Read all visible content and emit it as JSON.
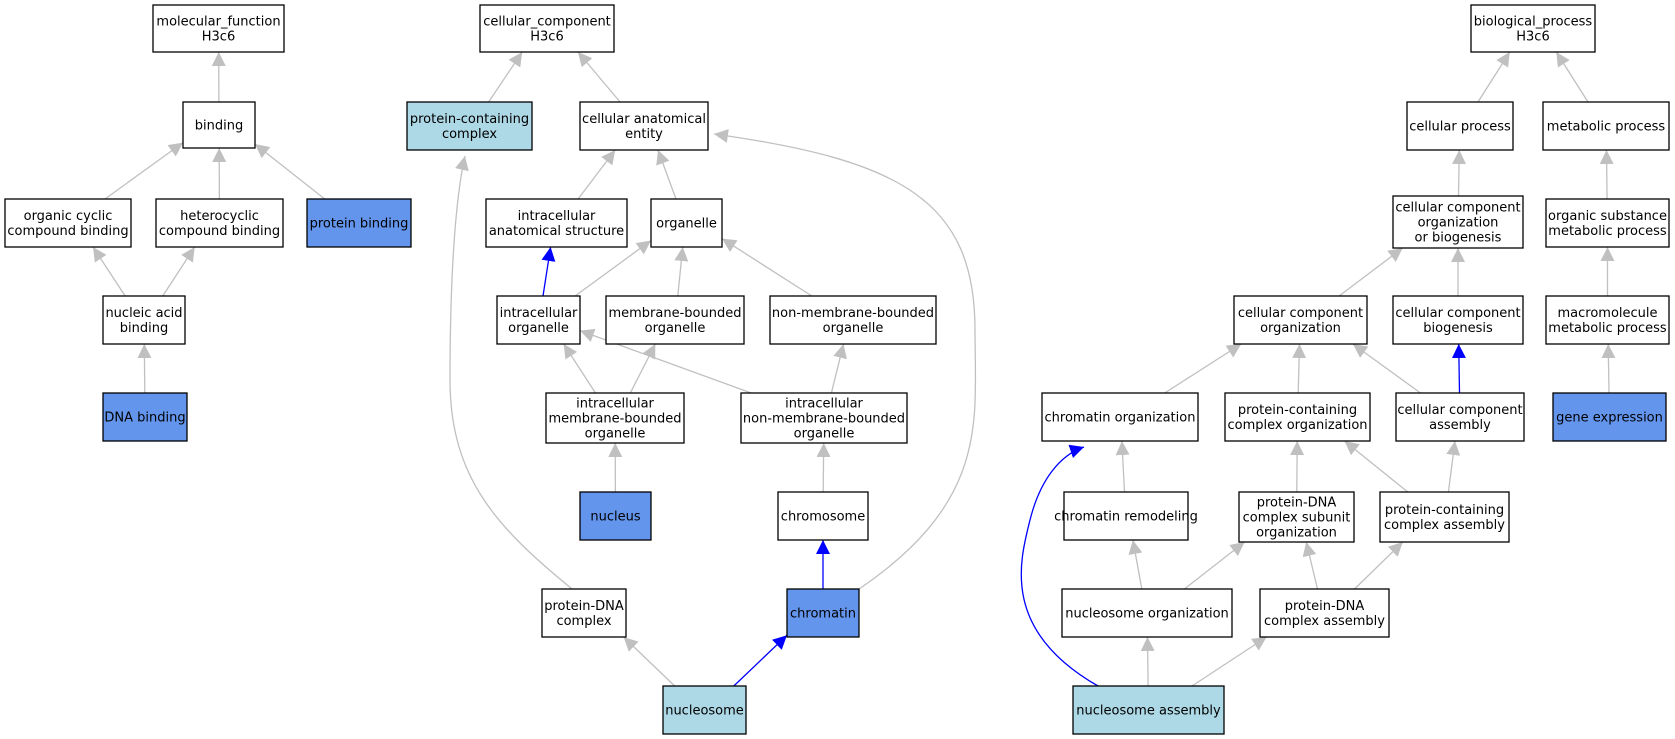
{
  "colors": {
    "plain": "#ffffff",
    "highlight_dark": "#6495ed",
    "highlight_light": "#add8e6",
    "edge_gray": "#c0c0c0",
    "edge_blue": "#0000ff"
  },
  "nodes": {
    "mf_root": {
      "lines": [
        "molecular_function",
        "H3c6"
      ],
      "fill": "plain"
    },
    "binding": {
      "lines": [
        "binding"
      ],
      "fill": "plain"
    },
    "organic_cyclic": {
      "lines": [
        "organic cyclic",
        "compound binding"
      ],
      "fill": "plain"
    },
    "heterocyclic": {
      "lines": [
        "heterocyclic",
        "compound binding"
      ],
      "fill": "plain"
    },
    "protein_binding": {
      "lines": [
        "protein binding"
      ],
      "fill": "highlight_dark"
    },
    "nucleic_acid_binding": {
      "lines": [
        "nucleic acid",
        "binding"
      ],
      "fill": "plain"
    },
    "dna_binding": {
      "lines": [
        "DNA binding"
      ],
      "fill": "highlight_dark"
    },
    "cc_root": {
      "lines": [
        "cellular_component",
        "H3c6"
      ],
      "fill": "plain"
    },
    "protein_containing_complex": {
      "lines": [
        "protein-containing",
        "complex"
      ],
      "fill": "highlight_light"
    },
    "cellular_anatomical_entity": {
      "lines": [
        "cellular anatomical",
        "entity"
      ],
      "fill": "plain"
    },
    "intracellular_anatomical_structure": {
      "lines": [
        "intracellular",
        "anatomical structure"
      ],
      "fill": "plain"
    },
    "organelle": {
      "lines": [
        "organelle"
      ],
      "fill": "plain"
    },
    "intracellular_organelle": {
      "lines": [
        "intracellular",
        "organelle"
      ],
      "fill": "plain"
    },
    "membrane_bounded_organelle": {
      "lines": [
        "membrane-bounded",
        "organelle"
      ],
      "fill": "plain"
    },
    "non_membrane_bounded_organelle": {
      "lines": [
        "non-membrane-bounded",
        "organelle"
      ],
      "fill": "plain"
    },
    "intracellular_membrane_bounded_organelle": {
      "lines": [
        "intracellular",
        "membrane-bounded",
        "organelle"
      ],
      "fill": "plain"
    },
    "intracellular_non_membrane_bounded_organelle": {
      "lines": [
        "intracellular",
        "non-membrane-bounded",
        "organelle"
      ],
      "fill": "plain"
    },
    "nucleus": {
      "lines": [
        "nucleus"
      ],
      "fill": "highlight_dark"
    },
    "chromosome": {
      "lines": [
        "chromosome"
      ],
      "fill": "plain"
    },
    "protein_dna_complex": {
      "lines": [
        "protein-DNA",
        "complex"
      ],
      "fill": "plain"
    },
    "chromatin": {
      "lines": [
        "chromatin"
      ],
      "fill": "highlight_dark"
    },
    "nucleosome": {
      "lines": [
        "nucleosome"
      ],
      "fill": "highlight_light"
    },
    "bp_root": {
      "lines": [
        "biological_process",
        "H3c6"
      ],
      "fill": "plain"
    },
    "cellular_process": {
      "lines": [
        "cellular process"
      ],
      "fill": "plain"
    },
    "metabolic_process": {
      "lines": [
        "metabolic process"
      ],
      "fill": "plain"
    },
    "cc_org_or_biogenesis": {
      "lines": [
        "cellular component",
        "organization",
        "or biogenesis"
      ],
      "fill": "plain"
    },
    "organic_substance_metabolic": {
      "lines": [
        "organic substance",
        "metabolic process"
      ],
      "fill": "plain"
    },
    "cc_organization": {
      "lines": [
        "cellular component",
        "organization"
      ],
      "fill": "plain"
    },
    "cc_biogenesis": {
      "lines": [
        "cellular component",
        "biogenesis"
      ],
      "fill": "plain"
    },
    "macromolecule_metabolic": {
      "lines": [
        "macromolecule",
        "metabolic process"
      ],
      "fill": "plain"
    },
    "chromatin_organization": {
      "lines": [
        "chromatin organization"
      ],
      "fill": "plain"
    },
    "pc_complex_organization": {
      "lines": [
        "protein-containing",
        "complex organization"
      ],
      "fill": "plain"
    },
    "cc_assembly": {
      "lines": [
        "cellular component",
        "assembly"
      ],
      "fill": "plain"
    },
    "gene_expression": {
      "lines": [
        "gene expression"
      ],
      "fill": "highlight_dark"
    },
    "chromatin_remodeling": {
      "lines": [
        "chromatin remodeling"
      ],
      "fill": "plain"
    },
    "pdna_complex_subunit_org": {
      "lines": [
        "protein-DNA",
        "complex subunit",
        "organization"
      ],
      "fill": "plain"
    },
    "pc_complex_assembly": {
      "lines": [
        "protein-containing",
        "complex assembly"
      ],
      "fill": "plain"
    },
    "nucleosome_organization": {
      "lines": [
        "nucleosome organization"
      ],
      "fill": "plain"
    },
    "pdna_complex_assembly": {
      "lines": [
        "protein-DNA",
        "complex assembly"
      ],
      "fill": "plain"
    },
    "nucleosome_assembly": {
      "lines": [
        "nucleosome assembly"
      ],
      "fill": "highlight_light"
    }
  },
  "edges": [
    {
      "from": "binding",
      "to": "mf_root",
      "color": "edge_gray"
    },
    {
      "from": "organic_cyclic",
      "to": "binding",
      "color": "edge_gray"
    },
    {
      "from": "heterocyclic",
      "to": "binding",
      "color": "edge_gray"
    },
    {
      "from": "protein_binding",
      "to": "binding",
      "color": "edge_gray"
    },
    {
      "from": "nucleic_acid_binding",
      "to": "organic_cyclic",
      "color": "edge_gray"
    },
    {
      "from": "nucleic_acid_binding",
      "to": "heterocyclic",
      "color": "edge_gray"
    },
    {
      "from": "dna_binding",
      "to": "nucleic_acid_binding",
      "color": "edge_gray"
    },
    {
      "from": "protein_containing_complex",
      "to": "cc_root",
      "color": "edge_gray"
    },
    {
      "from": "cellular_anatomical_entity",
      "to": "cc_root",
      "color": "edge_gray"
    },
    {
      "from": "intracellular_anatomical_structure",
      "to": "cellular_anatomical_entity",
      "color": "edge_gray"
    },
    {
      "from": "organelle",
      "to": "cellular_anatomical_entity",
      "color": "edge_gray"
    },
    {
      "from": "intracellular_organelle",
      "to": "intracellular_anatomical_structure",
      "color": "edge_blue"
    },
    {
      "from": "intracellular_organelle",
      "to": "organelle",
      "color": "edge_gray"
    },
    {
      "from": "membrane_bounded_organelle",
      "to": "organelle",
      "color": "edge_gray"
    },
    {
      "from": "non_membrane_bounded_organelle",
      "to": "organelle",
      "color": "edge_gray"
    },
    {
      "from": "intracellular_membrane_bounded_organelle",
      "to": "intracellular_organelle",
      "color": "edge_gray"
    },
    {
      "from": "intracellular_membrane_bounded_organelle",
      "to": "membrane_bounded_organelle",
      "color": "edge_gray"
    },
    {
      "from": "intracellular_non_membrane_bounded_organelle",
      "to": "intracellular_organelle",
      "color": "edge_gray"
    },
    {
      "from": "intracellular_non_membrane_bounded_organelle",
      "to": "non_membrane_bounded_organelle",
      "color": "edge_gray"
    },
    {
      "from": "nucleus",
      "to": "intracellular_membrane_bounded_organelle",
      "color": "edge_gray"
    },
    {
      "from": "chromosome",
      "to": "intracellular_non_membrane_bounded_organelle",
      "color": "edge_gray"
    },
    {
      "from": "protein_dna_complex",
      "to": "protein_containing_complex",
      "color": "edge_gray"
    },
    {
      "from": "chromatin",
      "to": "chromosome",
      "color": "edge_blue"
    },
    {
      "from": "chromatin",
      "to": "cellular_anatomical_entity",
      "color": "edge_gray"
    },
    {
      "from": "nucleosome",
      "to": "protein_dna_complex",
      "color": "edge_gray"
    },
    {
      "from": "nucleosome",
      "to": "chromatin",
      "color": "edge_blue"
    },
    {
      "from": "cellular_process",
      "to": "bp_root",
      "color": "edge_gray"
    },
    {
      "from": "metabolic_process",
      "to": "bp_root",
      "color": "edge_gray"
    },
    {
      "from": "cc_org_or_biogenesis",
      "to": "cellular_process",
      "color": "edge_gray"
    },
    {
      "from": "organic_substance_metabolic",
      "to": "metabolic_process",
      "color": "edge_gray"
    },
    {
      "from": "cc_organization",
      "to": "cc_org_or_biogenesis",
      "color": "edge_gray"
    },
    {
      "from": "cc_biogenesis",
      "to": "cc_org_or_biogenesis",
      "color": "edge_gray"
    },
    {
      "from": "macromolecule_metabolic",
      "to": "organic_substance_metabolic",
      "color": "edge_gray"
    },
    {
      "from": "chromatin_organization",
      "to": "cc_organization",
      "color": "edge_gray"
    },
    {
      "from": "pc_complex_organization",
      "to": "cc_organization",
      "color": "edge_gray"
    },
    {
      "from": "cc_assembly",
      "to": "cc_organization",
      "color": "edge_gray"
    },
    {
      "from": "cc_assembly",
      "to": "cc_biogenesis",
      "color": "edge_blue"
    },
    {
      "from": "gene_expression",
      "to": "macromolecule_metabolic",
      "color": "edge_gray"
    },
    {
      "from": "chromatin_remodeling",
      "to": "chromatin_organization",
      "color": "edge_gray"
    },
    {
      "from": "pdna_complex_subunit_org",
      "to": "pc_complex_organization",
      "color": "edge_gray"
    },
    {
      "from": "pc_complex_assembly",
      "to": "pc_complex_organization",
      "color": "edge_gray"
    },
    {
      "from": "pc_complex_assembly",
      "to": "cc_assembly",
      "color": "edge_gray"
    },
    {
      "from": "nucleosome_organization",
      "to": "chromatin_remodeling",
      "color": "edge_gray"
    },
    {
      "from": "nucleosome_organization",
      "to": "pdna_complex_subunit_org",
      "color": "edge_gray"
    },
    {
      "from": "pdna_complex_assembly",
      "to": "pdna_complex_subunit_org",
      "color": "edge_gray"
    },
    {
      "from": "pdna_complex_assembly",
      "to": "pc_complex_assembly",
      "color": "edge_gray"
    },
    {
      "from": "nucleosome_assembly",
      "to": "nucleosome_organization",
      "color": "edge_gray"
    },
    {
      "from": "nucleosome_assembly",
      "to": "pdna_complex_assembly",
      "color": "edge_gray"
    },
    {
      "from": "nucleosome_assembly",
      "to": "chromatin_organization",
      "color": "edge_blue"
    }
  ]
}
